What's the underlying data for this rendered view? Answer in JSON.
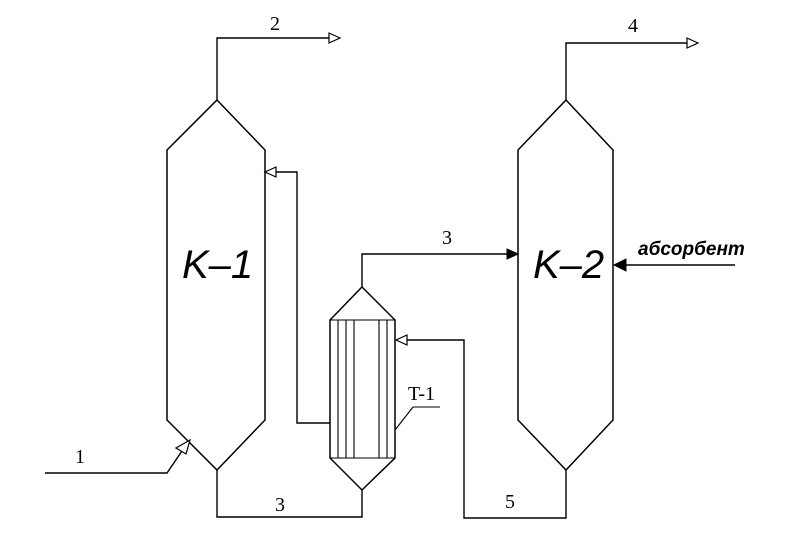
{
  "columns": {
    "k1": {
      "label": "K–1"
    },
    "k2": {
      "label": "K–2"
    }
  },
  "exchanger": {
    "label": "T-1"
  },
  "streams": {
    "s1": "1",
    "s2": "2",
    "s3_top": "3",
    "s3_bottom": "3",
    "s4": "4",
    "s5": "5"
  },
  "absorbent": {
    "label": "абсорбент"
  },
  "colors": {
    "stroke": "#000000",
    "background": "#ffffff"
  }
}
